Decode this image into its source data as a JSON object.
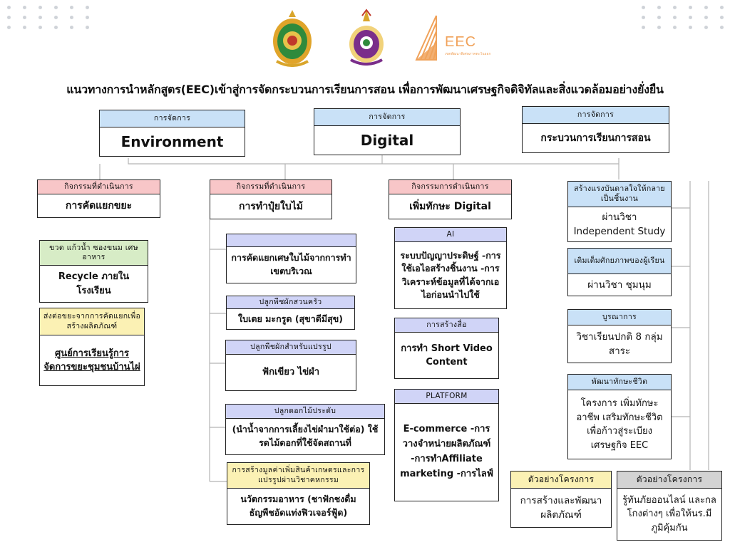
{
  "title": "แนวทางการนำหลักสูตร(EEC)เข้าสู่การจัดกระบวนการเรียนการสอน เพื่อการพัฒนาเศรษฐกิจดิจิทัลและสิ่งแวดล้อมอย่างยั่งยืน",
  "logos": {
    "eec_text": "EEC",
    "eec_caption": "เขตพัฒนาพิเศษภาคตะวันออก"
  },
  "colors": {
    "blue": "#c9e1f7",
    "pink": "#f8c6c8",
    "lavender": "#d0d4f7",
    "green": "#d7ecc6",
    "yellow": "#fbf1b4",
    "gray": "#d3d3d3",
    "eec_orange": "#f0a25a"
  },
  "top": [
    {
      "header": "การจัดการ",
      "body": "Environment"
    },
    {
      "header": "การจัดการ",
      "body": "Digital"
    },
    {
      "header": "การจัดการ",
      "body": "กระบวนการเรียนการสอน"
    }
  ],
  "col1": {
    "head": {
      "header": "กิจกรรมที่ดำเนินการ",
      "body": "การคัดแยกขยะ"
    },
    "items": [
      {
        "header": "ขวด แก้วน้ำ ซองขนม เศษอาหาร",
        "body": "Recycle ภายในโรงเรียน"
      },
      {
        "header": "ส่งต่อขยะจากการคัดแยกเพื่อสร้างผลิตภัณฑ์",
        "body": "ศูนย์การเรียนรู้การจัดการขยะชุมชนบ้านไผ่"
      }
    ]
  },
  "col2": {
    "head": {
      "header": "กิจกรรมที่ดำเนินการ",
      "body": "การทำปุ๋ยใบไม้"
    },
    "items": [
      {
        "header": "",
        "body": "การคัดแยกเศษใบไม้จากการทำเขตบริเวณ"
      },
      {
        "header": "ปลูกพืชผักสวนครัว",
        "body": "ใบเตย มะกรูด (สุขาดีมีสุข)"
      },
      {
        "header": "ปลูกพืชผักสำหรับแปรรูป",
        "body": "ฟักเขียว ไข่ผำ"
      },
      {
        "header": "ปลูกดอกไม้ประดับ",
        "body": "(นำน้ำจากการเลี้ยงไข่ผำมาใช้ต่อ) ใช้รดไม้ดอกที่ใช้จัดสถานที่"
      },
      {
        "header": "การสร้างมูลค่าเพิ่มสินค้าเกษตรและการแปรรูปผ่านวิชาคหกรรม",
        "body": "นวัตกรรมอาหาร (ชาฟักชงดื่ม ธัญพืชอัดแท่งฟิวเจอร์ฟู้ด)"
      }
    ]
  },
  "col3": {
    "head": {
      "header": "กิจกรรมการดำเนินการ",
      "body": "เพิ่มทักษะ Digital"
    },
    "items": [
      {
        "header": "AI",
        "body": "ระบบปัญญาประดิษฐ์ -การใช้เอไอสร้างชิ้นงาน -การวิเคราะห์ข้อมูลที่ได้จากเอไอก่อนนำไปใช้"
      },
      {
        "header": "การสร้างสื่อ",
        "body": "การทำ Short Video Content"
      },
      {
        "header": "PLATFORM",
        "body": "E-commerce -การวางจำหน่ายผลิตภัณฑ์ -การทำAffiliate marketing -การไลฟ์"
      }
    ]
  },
  "col4": {
    "items": [
      {
        "header": "สร้างแรงบันดาลใจให้กลายเป็นชิ้นงาน",
        "body": "ผ่านวิชา Independent Study"
      },
      {
        "header": "เติมเต็มศักยภาพของผู้เรียน",
        "body": "ผ่านวิชา ชุมนุม"
      },
      {
        "header": "บูรณาการ",
        "body": "วิชาเรียนปกติ 8 กลุ่มสาระ"
      },
      {
        "header": "พัฒนาทักษะชีวิต",
        "body": "โครงการ เพิ่มทักษะอาชีพ เสริมทักษะชีวิต เพื่อก้าวสู่ระเบียงเศรษฐกิจ EEC"
      }
    ]
  },
  "examples": [
    {
      "header": "ตัวอย่างโครงการ",
      "body": "การสร้างและพัฒนาผลิตภัณฑ์"
    },
    {
      "header": "ตัวอย่างโครงการ",
      "body": "รู้ทันภัยออนไลน์ และกลโกงต่างๆ เพื่อให้นร.มีภูมิคุ้มกัน"
    }
  ]
}
